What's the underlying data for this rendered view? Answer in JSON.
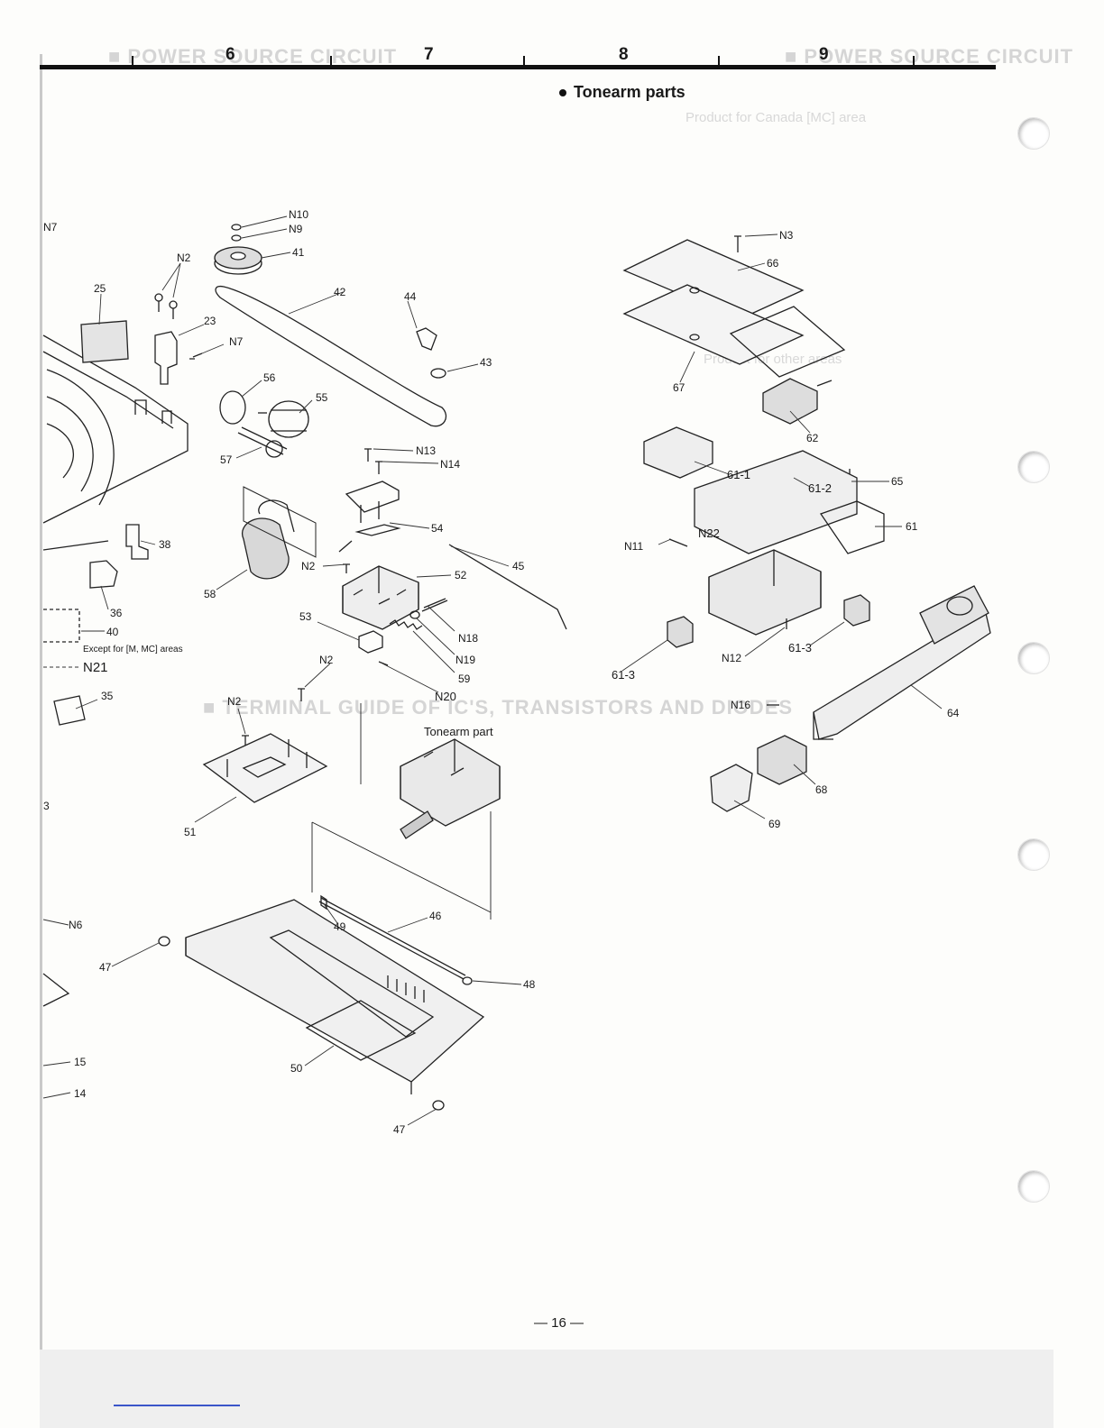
{
  "header": {
    "columns": [
      "6",
      "7",
      "8",
      "9"
    ],
    "ghost_title": "■ POWER SOURCE CIRCUIT"
  },
  "section_title": "Tonearm parts",
  "ghost_texts": {
    "product_canada": "Product for Canada [MC] area",
    "product_other": "Product for other areas",
    "terminal_guide": "■ TERMINAL GUIDE OF IC'S, TRANSISTORS AND DIODES"
  },
  "captions": {
    "tonearm_part": "Tonearm part",
    "except_areas": "Except for [M, MC] areas"
  },
  "callouts": {
    "n10": "N10",
    "n9": "N9",
    "n41": "41",
    "n2a": "N2",
    "n25": "25",
    "n42": "42",
    "n44": "44",
    "n23": "23",
    "n7a": "N7",
    "n43": "43",
    "n56": "56",
    "n55": "55",
    "n57": "57",
    "n13": "N13",
    "n14": "N14",
    "n38": "38",
    "n54": "54",
    "n45": "45",
    "n2b": "N2",
    "n52": "52",
    "n58": "58",
    "n36": "36",
    "n53": "53",
    "n40": "40",
    "n18": "N18",
    "n19": "N19",
    "n21": "N21",
    "n2c": "N2",
    "n59": "59",
    "n35": "35",
    "n20": "N20",
    "n2d": "N2",
    "n51": "51",
    "n7b": "N7",
    "n3": "3",
    "n6": "N6",
    "n46": "46",
    "n49": "49",
    "n47a": "47",
    "n48": "48",
    "n50": "50",
    "n15": "15",
    "n14left": "14",
    "n47b": "47",
    "r_n3": "N3",
    "r_66": "66",
    "r_67": "67",
    "r_62": "62",
    "r_61_1": "61-1",
    "r_61_2": "61-2",
    "r_65": "65",
    "r_n22": "N22",
    "r_61": "61",
    "r_n11": "N11",
    "r_61_3a": "61-3",
    "r_n12": "N12",
    "r_61_3b": "61-3",
    "r_n16": "N16",
    "r_64": "64",
    "r_68": "68",
    "r_69": "69"
  },
  "page_number": "— 16 —"
}
